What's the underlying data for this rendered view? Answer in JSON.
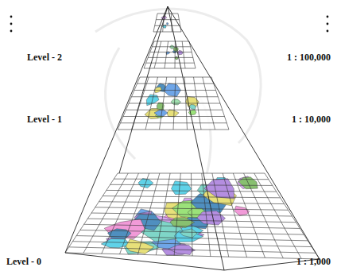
{
  "diagram": {
    "labels": [
      "Level - 2",
      "1 : 100,000",
      "Level - 1",
      "1 : 10,000",
      "Level - 0",
      "1 : 1,000"
    ]
  }
}
